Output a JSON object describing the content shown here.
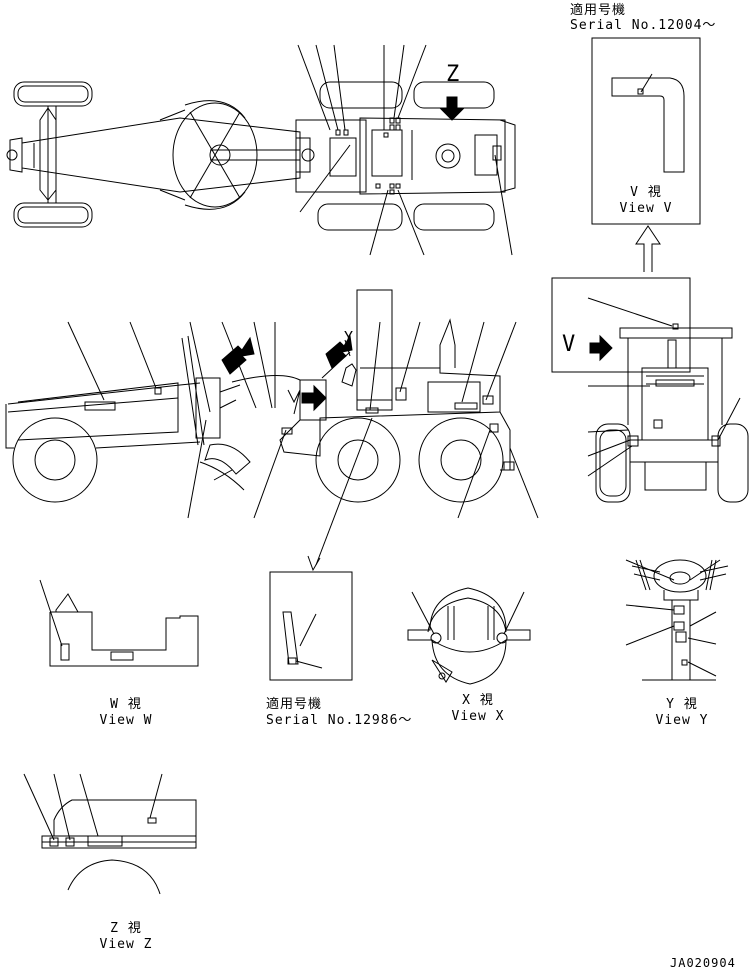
{
  "view_v": {
    "serial_jp": "適用号機",
    "serial_no": "Serial No.12004～",
    "title_jp": "V 視",
    "title_en": "View V"
  },
  "view_w": {
    "title_jp": "W 視",
    "title_en": "View W"
  },
  "view_center": {
    "serial_jp": "適用号機",
    "serial_no": "Serial No.12986～"
  },
  "view_x": {
    "title_jp": "X 視",
    "title_en": "View X"
  },
  "view_y": {
    "title_jp": "Y 視",
    "title_en": "View Y"
  },
  "view_z": {
    "title_jp": "Z 視",
    "title_en": "View Z"
  },
  "markers": {
    "z": "Z",
    "w": "W",
    "y": "Y",
    "v": "V"
  },
  "drawing_no": "JA020904"
}
